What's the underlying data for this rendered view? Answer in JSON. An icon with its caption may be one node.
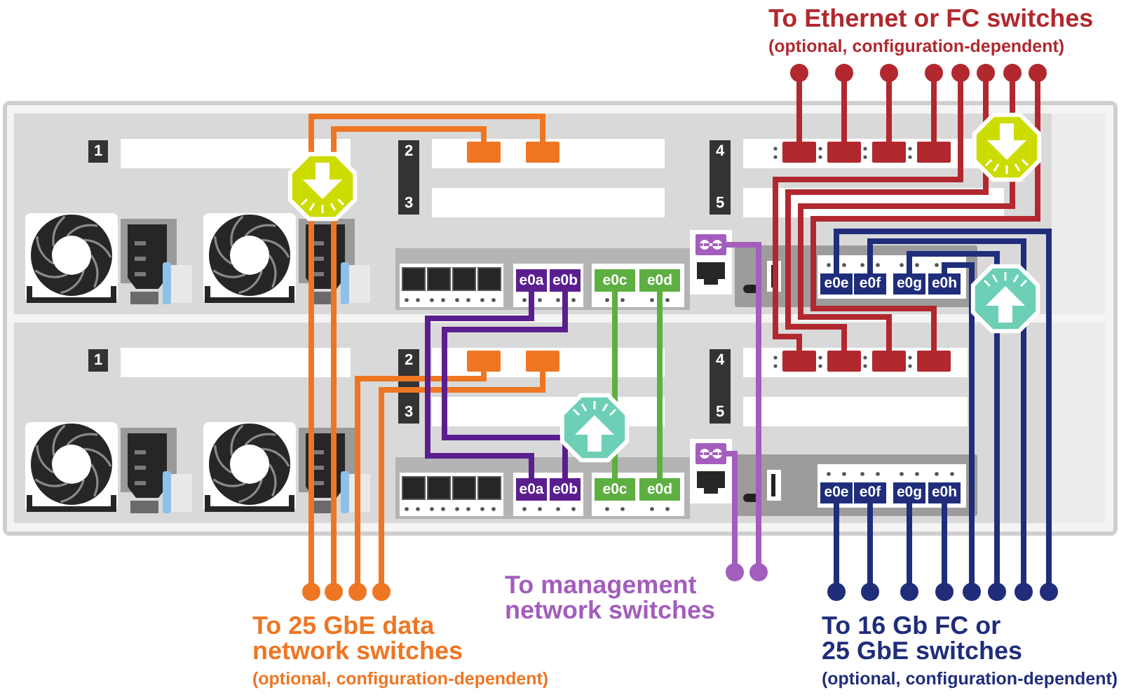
{
  "diagram": {
    "nodes": [
      {
        "text": [
          "To Ethernet or FC switches",
          "(optional, configuration-dependent)"
        ]
      },
      {
        "text": [],
        "shape": "box"
      },
      {
        "text": [],
        "shape": "box"
      },
      {
        "text": [],
        "shape": "box"
      },
      {
        "text": [],
        "shape": "box"
      },
      {
        "text": [],
        "shape": "box"
      },
      {
        "text": [],
        "shape": "box"
      },
      {
        "text": [],
        "shape": "box"
      },
      {
        "text": [
          "e0a"
        ]
      },
      {
        "text": [
          "e0b"
        ]
      },
      {
        "text": [
          "e0c"
        ]
      },
      {
        "text": [
          "e0d"
        ]
      },
      {
        "text": [
          "e0e"
        ]
      },
      {
        "text": [
          "e0f"
        ]
      },
      {
        "text": [
          "e0g"
        ]
      },
      {
        "text": [
          "e0h"
        ]
      },
      {
        "text": [],
        "shape": "box"
      },
      {
        "text": [],
        "shape": "box"
      },
      {
        "text": [],
        "shape": "box"
      },
      {
        "text": [],
        "shape": "box"
      },
      {
        "text": [],
        "shape": "box"
      },
      {
        "text": [],
        "shape": "box"
      },
      {
        "text": [],
        "shape": "box"
      },
      {
        "text": [
          "e0a"
        ]
      },
      {
        "text": [
          "e0b"
        ]
      },
      {
        "text": [
          "e0c"
        ]
      },
      {
        "text": [
          "e0d"
        ]
      },
      {
        "text": [
          "e0e"
        ]
      },
      {
        "text": [
          "e0f"
        ]
      },
      {
        "text": [
          "e0g"
        ]
      },
      {
        "text": [
          "e0h"
        ]
      },
      {
        "text": [
          "To management network switches"
        ]
      },
      {
        "text": [
          "To 25 GbE data network switches",
          "(optional, configuration-dependent)"
        ]
      },
      {
        "text": [
          "To 16 Gb FC or 25 GbE switches",
          "(optional, configuration-dependent)"
        ]
      }
    ],
    "edges": [
      {
        "from": 3,
        "to": 0,
        "arrow": "other",
        "color": "#b1282e"
      },
      {
        "from": 4,
        "to": 0,
        "arrow": "other",
        "color": "#b1282e"
      },
      {
        "from": 5,
        "to": 0,
        "arrow": "other",
        "color": "#b1282e"
      },
      {
        "from": 6,
        "to": 0,
        "arrow": "other",
        "color": "#b1282e"
      },
      {
        "from": 18,
        "to": 0,
        "arrow": "other",
        "color": "#b1282e"
      },
      {
        "from": 19,
        "to": 0,
        "arrow": "other",
        "color": "#b1282e"
      },
      {
        "from": 20,
        "to": 0,
        "arrow": "other",
        "color": "#b1282e"
      },
      {
        "from": 21,
        "to": 0,
        "arrow": "other",
        "color": "#b1282e"
      },
      {
        "from": 1,
        "to": 32,
        "arrow": "other",
        "color": "#ee7623"
      },
      {
        "from": 2,
        "to": 32,
        "arrow": "other",
        "color": "#ee7623"
      },
      {
        "from": 16,
        "to": 32,
        "arrow": "other",
        "color": "#ee7623"
      },
      {
        "from": 17,
        "to": 32,
        "arrow": "other",
        "color": "#ee7623"
      },
      {
        "from": 8,
        "to": 23,
        "arrow": "none",
        "color": "#5b1e8f"
      },
      {
        "from": 9,
        "to": 24,
        "arrow": "none",
        "color": "#5b1e8f"
      },
      {
        "from": 10,
        "to": 25,
        "arrow": "none",
        "color": "#5daf42"
      },
      {
        "from": 11,
        "to": 26,
        "arrow": "none",
        "color": "#5daf42"
      },
      {
        "from": 7,
        "to": 31,
        "arrow": "other",
        "color": "#a35dbd"
      },
      {
        "from": 22,
        "to": 31,
        "arrow": "other",
        "color": "#a35dbd"
      },
      {
        "from": 12,
        "to": 33,
        "arrow": "other",
        "color": "#1f2d7b"
      },
      {
        "from": 13,
        "to": 33,
        "arrow": "other",
        "color": "#1f2d7b"
      },
      {
        "from": 14,
        "to": 33,
        "arrow": "other",
        "color": "#1f2d7b"
      },
      {
        "from": 15,
        "to": 33,
        "arrow": "other",
        "color": "#1f2d7b"
      },
      {
        "from": 27,
        "to": 33,
        "arrow": "other",
        "color": "#1f2d7b"
      },
      {
        "from": 28,
        "to": 33,
        "arrow": "other",
        "color": "#1f2d7b"
      },
      {
        "from": 29,
        "to": 33,
        "arrow": "other",
        "color": "#1f2d7b"
      },
      {
        "from": 30,
        "to": 33,
        "arrow": "other",
        "color": "#1f2d7b"
      }
    ],
    "labels": [
      "1",
      "2",
      "3",
      "4",
      "5",
      "1",
      "2",
      "3",
      "4",
      "5"
    ]
  }
}
